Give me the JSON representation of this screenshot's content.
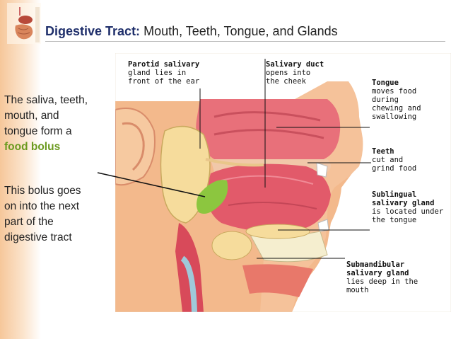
{
  "title": {
    "bold": "Digestive Tract:",
    "rest": "Mouth, Teeth, Tongue, and Glands"
  },
  "side": {
    "p1_lines": [
      "The saliva, teeth,",
      "mouth, and",
      "tongue form a"
    ],
    "p1_highlight": "food bolus",
    "p2_lines": [
      "This bolus goes",
      "on into the next",
      "part of the",
      "digestive tract"
    ]
  },
  "labels": {
    "parotid": {
      "head": "Parotid salivary",
      "lines": [
        "gland lies in",
        "front of the ear"
      ]
    },
    "duct": {
      "head": "Salivary duct",
      "lines": [
        "opens into",
        "the cheek"
      ]
    },
    "tongue": {
      "head": "Tongue",
      "lines": [
        "moves food",
        "during",
        "chewing and",
        "swallowing"
      ]
    },
    "teeth": {
      "head": "Teeth",
      "lines": [
        "cut and",
        "grind food"
      ]
    },
    "sublingual": {
      "head": [
        "Sublingual",
        "salivary gland"
      ],
      "lines": [
        "is located under",
        "the tongue"
      ]
    },
    "submandibular": {
      "head": [
        "Submandibular",
        "salivary gland"
      ],
      "lines": [
        "lies deep in the",
        "mouth"
      ]
    }
  },
  "colors": {
    "title_bold": "#1f2f6b",
    "highlight": "#6b9a1f",
    "skin": "#f3b98c",
    "tongue": "#e25a6a",
    "gland": "#f6dc9c",
    "bolus": "#8cc63f"
  }
}
